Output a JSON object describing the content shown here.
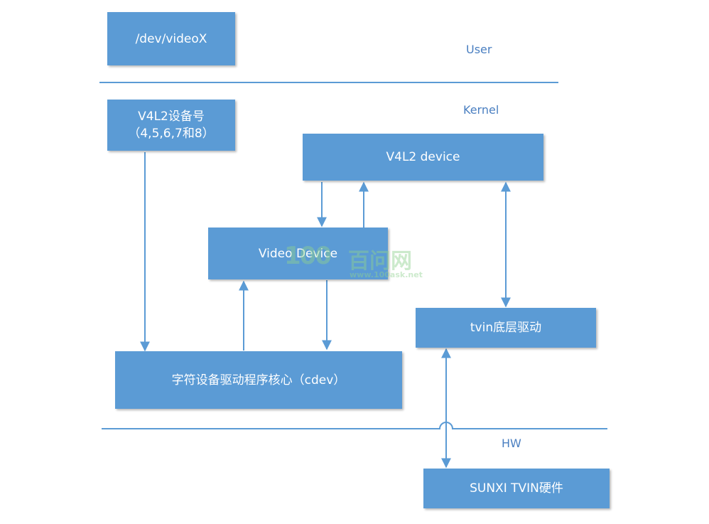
{
  "boxes": {
    "dev_video": "/dev/videoX",
    "v4l2_number_line1": "V4L2设备号",
    "v4l2_number_line2": "（4,5,6,7和8）",
    "v4l2_device": "V4L2 device",
    "video_device": "Video Device",
    "cdev_core": "字符设备驱动程序核心（cdev）",
    "tvin_driver": "tvin底层驱动",
    "sunxi_hw": "SUNXI TVIN硬件"
  },
  "layers": {
    "user": "User",
    "kernel": "Kernel",
    "hw": "HW"
  },
  "watermark": {
    "logo": "100",
    "name": "百问网",
    "url": "www.100ask.net"
  },
  "colors": {
    "box_fill": "#5b9bd5",
    "line": "#5b9bd5",
    "box_text": "#ffffff",
    "label_text": "#4a7fc1"
  }
}
